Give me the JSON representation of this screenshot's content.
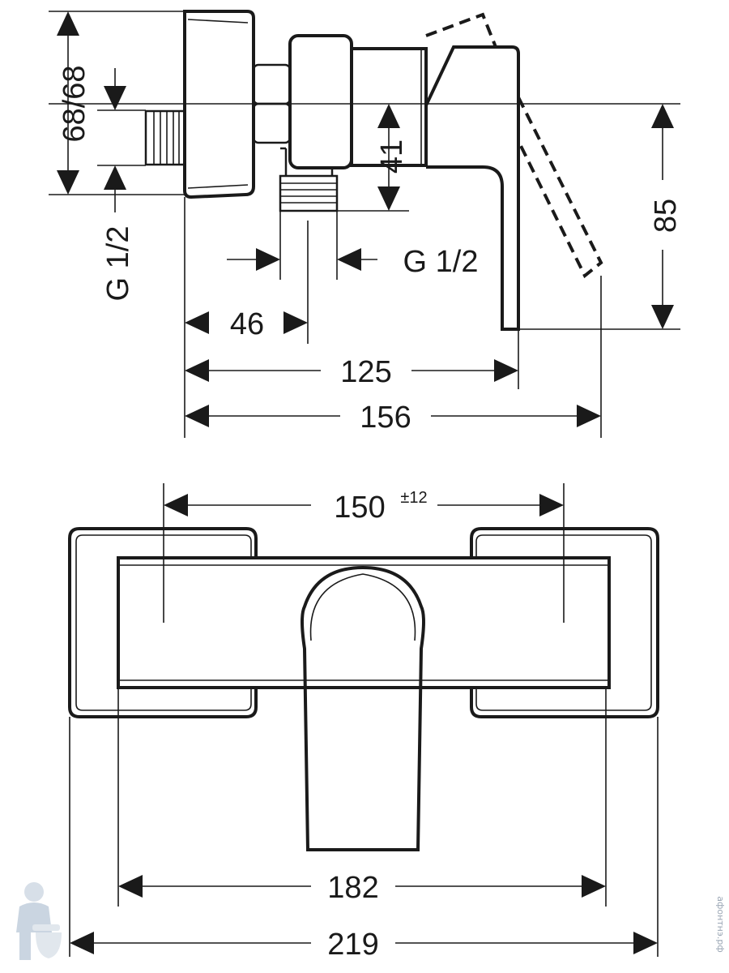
{
  "side_view": {
    "dim_68": "68/68",
    "dim_41": "41",
    "dim_85": "85",
    "dim_g12_left": "G 1/2",
    "dim_g12_right": "G 1/2",
    "dim_46": "46",
    "dim_125": "125",
    "dim_156": "156"
  },
  "front_view": {
    "dim_150": "150",
    "dim_150_tol": "±12",
    "dim_182": "182",
    "dim_219": "219"
  },
  "watermark": {
    "site_text": "афонтнэ.рф",
    "logo_icon": "plumber-mascot-icon"
  }
}
